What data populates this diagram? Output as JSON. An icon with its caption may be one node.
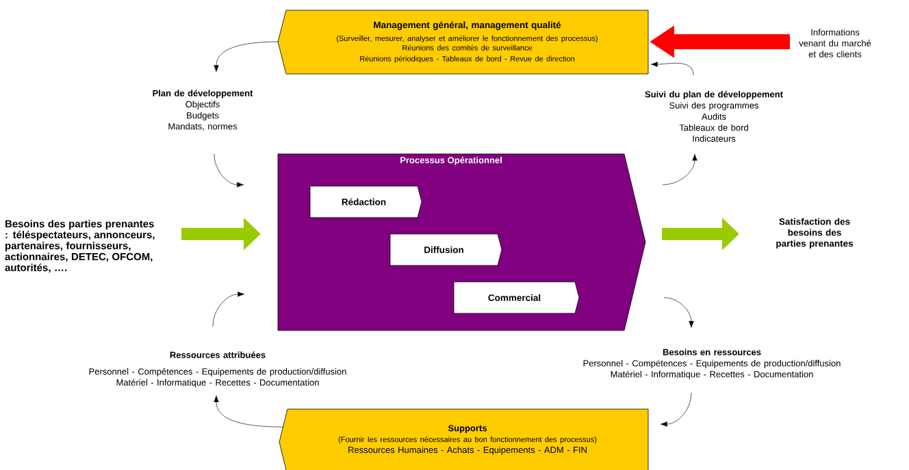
{
  "diagram": {
    "nodes": [
      {
        "text": [
          "Management général, management qualité",
          "(Surveiller, mesurer, analyser et améliorer le fonctionnement des processus)",
          "Réunions des comités de surveillance",
          "Réunions périodiques - Tableaux de bord - Revue de direction"
        ]
      },
      {
        "text": [
          "Informations venant du marché et des clients"
        ]
      },
      {
        "text": [
          "Plan de développement",
          "Objectifs",
          "Budgets",
          "Mandats, normes"
        ]
      },
      {
        "text": [
          "Suivi du plan de développement",
          "Suivi des programmes",
          "Audits",
          "Tableaux de bord",
          "Indicateurs"
        ]
      },
      {
        "text": [
          "Besoins des parties prenantes : téléspectateurs, annonceurs, partenaires, fournisseurs, actionnaires, DETEC, OFCOM, autorités, …."
        ]
      },
      {
        "text": [
          "Processus Opérationnel"
        ]
      },
      {
        "text": [
          "Rédaction"
        ],
        "in": 5
      },
      {
        "text": [
          "Diffusion"
        ],
        "in": 5
      },
      {
        "text": [
          "Commercial"
        ],
        "in": 5
      },
      {
        "text": [
          "Satisfaction des besoins des parties prenantes"
        ]
      },
      {
        "text": [
          "Ressources attribuées",
          "Personnel - Compétences - Equipements de production/diffusion",
          "Matériel - Informatique - Recettes - Documentation"
        ]
      },
      {
        "text": [
          "Besoins en ressources",
          "Personnel - Compétences - Equipements de production/diffusion",
          "Matériel - Informatique - Recettes - Documentation"
        ]
      },
      {
        "text": [
          "Supports",
          "(Fournir les ressources nécessaires au bon fonctionnement des processus)",
          "Ressources Humaines - Achats - Equipements - ADM - FIN"
        ]
      }
    ],
    "edges": [
      {
        "from": 0,
        "to": 2,
        "arrow": "to"
      },
      {
        "from": 2,
        "to": 5,
        "arrow": "to"
      },
      {
        "from": 5,
        "to": 3,
        "arrow": "to"
      },
      {
        "from": 3,
        "to": 0,
        "arrow": "to"
      },
      {
        "from": 5,
        "to": 11,
        "arrow": "to"
      },
      {
        "from": 11,
        "to": 12,
        "arrow": "to"
      },
      {
        "from": 12,
        "to": 10,
        "arrow": "to"
      },
      {
        "from": 10,
        "to": 5,
        "arrow": "to"
      },
      {
        "from": 1,
        "to": 0,
        "arrow": "to",
        "style": "thick",
        "color": "#ff0000"
      },
      {
        "from": 4,
        "to": 5,
        "arrow": "to",
        "style": "thick",
        "color": "#99cc00"
      },
      {
        "from": 5,
        "to": 9,
        "arrow": "to",
        "style": "thick",
        "color": "#99cc00"
      }
    ]
  }
}
